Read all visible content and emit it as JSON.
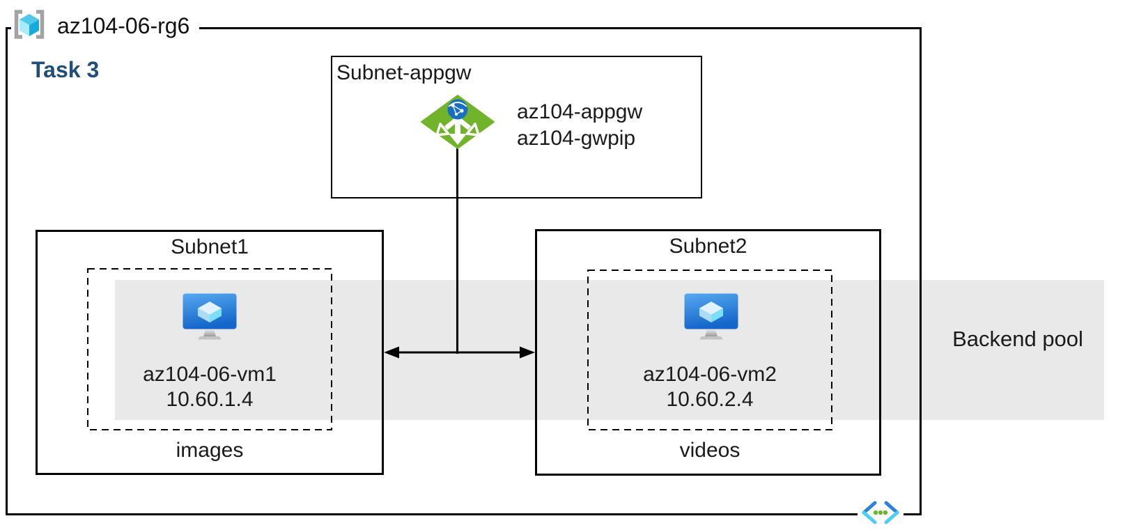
{
  "diagram": {
    "resource_group": {
      "name": "az104-06-rg6"
    },
    "task_label": "Task 3",
    "appgw_subnet": {
      "title": "Subnet-appgw",
      "gateway_name": "az104-appgw",
      "public_ip_name": "az104-gwpip"
    },
    "subnet1": {
      "title": "Subnet1",
      "vm_name": "az104-06-vm1",
      "vm_ip": "10.60.1.4",
      "caption": "images"
    },
    "subnet2": {
      "title": "Subnet2",
      "vm_name": "az104-06-vm2",
      "vm_ip": "10.60.2.4",
      "caption": "videos"
    },
    "backend_pool_label": "Backend pool",
    "icons": {
      "resource_group_icon": "azure-resource-group",
      "appgw_icon": "azure-application-gateway",
      "vm_icon": "azure-virtual-machine",
      "vnet_icon": "azure-virtual-network"
    },
    "colors": {
      "task_label": "#1F4E79",
      "backend_band": "#E9E9E9",
      "appgw_green": "#72B32C",
      "appgw_globe_blue": "#176FC1",
      "vm_screen_top": "#56A9EF",
      "vm_screen_bottom": "#1565CB",
      "rg_cube_cyan": "#18AADC",
      "vnet_dark_blue": "#2E80D8",
      "vnet_cyan": "#4ECDF2",
      "vnet_dot_green": "#6DB52F",
      "line_black": "#000000"
    }
  }
}
